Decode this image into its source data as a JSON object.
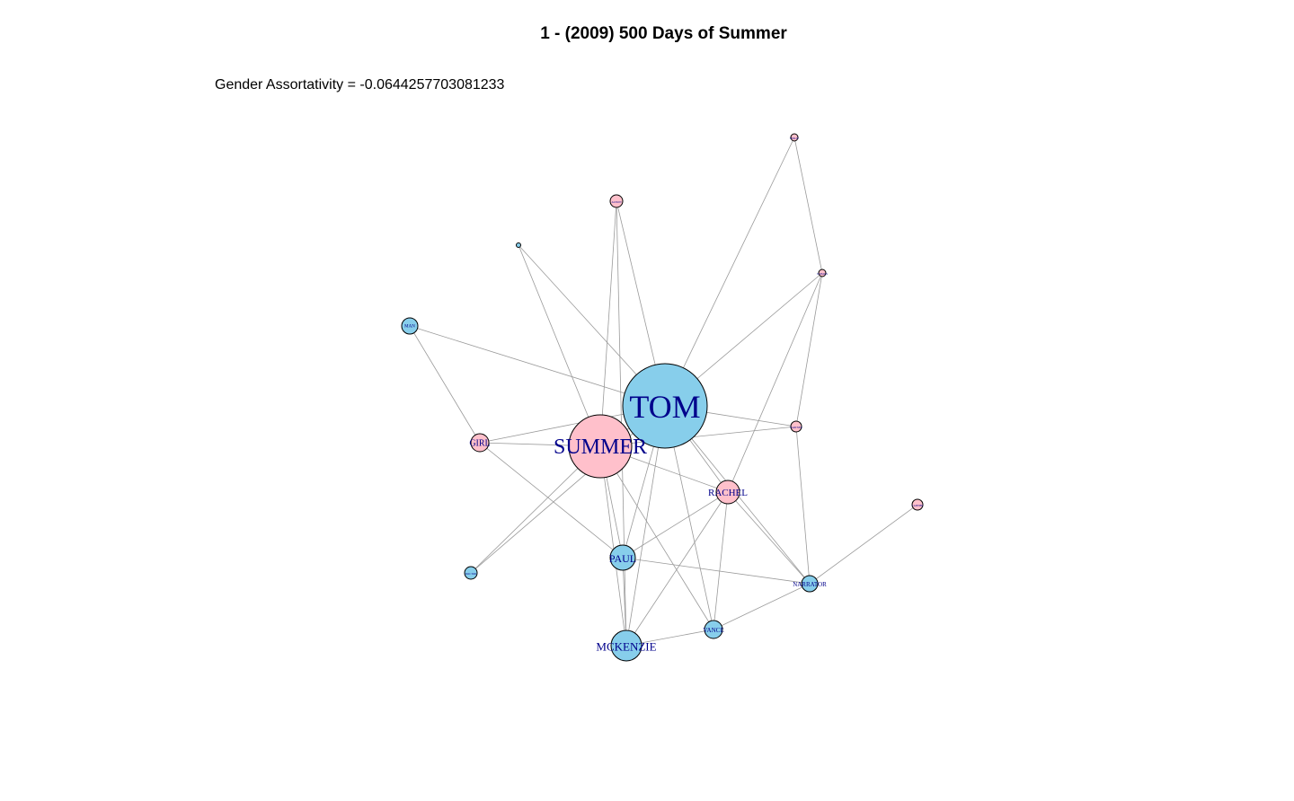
{
  "title": "1 - (2009) 500 Days of Summer",
  "subtitle": "Gender Assortativity = -0.0644257703081233",
  "colors": {
    "male": "#87ceeb",
    "female": "#ffc0cb",
    "edge": "#9a9a9a",
    "label": "#00008b"
  },
  "nodes": [
    {
      "id": "TOM",
      "label": "TOM",
      "gender": "male"
    },
    {
      "id": "SUMMER",
      "label": "SUMMER",
      "gender": "female"
    },
    {
      "id": "RACHEL",
      "label": "RACHEL",
      "gender": "female"
    },
    {
      "id": "PAUL",
      "label": "PAUL",
      "gender": "male"
    },
    {
      "id": "MCKENZIE",
      "label": "MCKENZIE",
      "gender": "male"
    },
    {
      "id": "GIRL",
      "label": "GIRL",
      "gender": "female"
    },
    {
      "id": "NARRATOR",
      "label": "NARRATOR",
      "gender": "male"
    },
    {
      "id": "VANCE",
      "label": "VANCE",
      "gender": "male"
    },
    {
      "id": "MAN",
      "label": "MAN",
      "gender": "male"
    },
    {
      "id": "F1",
      "label": "ALISON",
      "gender": "female"
    },
    {
      "id": "F2",
      "label": "MILLIE",
      "gender": "female"
    },
    {
      "id": "F3",
      "label": "WOMAN",
      "gender": "female"
    },
    {
      "id": "F4",
      "label": "CASHIER",
      "gender": "female"
    },
    {
      "id": "F5",
      "label": "PARTNER",
      "gender": "female"
    },
    {
      "id": "M1",
      "label": "DOCTOR",
      "gender": "male"
    },
    {
      "id": "M2",
      "label": "",
      "gender": "male"
    }
  ],
  "edges": [
    [
      "TOM",
      "SUMMER"
    ],
    [
      "TOM",
      "RACHEL"
    ],
    [
      "TOM",
      "PAUL"
    ],
    [
      "TOM",
      "MCKENZIE"
    ],
    [
      "TOM",
      "GIRL"
    ],
    [
      "TOM",
      "NARRATOR"
    ],
    [
      "TOM",
      "VANCE"
    ],
    [
      "TOM",
      "MAN"
    ],
    [
      "TOM",
      "F1"
    ],
    [
      "TOM",
      "F2"
    ],
    [
      "TOM",
      "F3"
    ],
    [
      "TOM",
      "F5"
    ],
    [
      "TOM",
      "M1"
    ],
    [
      "TOM",
      "M2"
    ],
    [
      "SUMMER",
      "GIRL"
    ],
    [
      "SUMMER",
      "PAUL"
    ],
    [
      "SUMMER",
      "MCKENZIE"
    ],
    [
      "SUMMER",
      "VANCE"
    ],
    [
      "SUMMER",
      "F1"
    ],
    [
      "SUMMER",
      "F5"
    ],
    [
      "SUMMER",
      "M1"
    ],
    [
      "SUMMER",
      "M2"
    ],
    [
      "SUMMER",
      "RACHEL"
    ],
    [
      "RACHEL",
      "PAUL"
    ],
    [
      "RACHEL",
      "MCKENZIE"
    ],
    [
      "RACHEL",
      "NARRATOR"
    ],
    [
      "RACHEL",
      "VANCE"
    ],
    [
      "RACHEL",
      "F3"
    ],
    [
      "PAUL",
      "MCKENZIE"
    ],
    [
      "PAUL",
      "NARRATOR"
    ],
    [
      "GIRL",
      "PAUL"
    ],
    [
      "GIRL",
      "MAN"
    ],
    [
      "NARRATOR",
      "VANCE"
    ],
    [
      "NARRATOR",
      "F5"
    ],
    [
      "NARRATOR",
      "F4"
    ],
    [
      "VANCE",
      "MCKENZIE"
    ],
    [
      "F2",
      "F3"
    ],
    [
      "F3",
      "F5"
    ],
    [
      "F1",
      "MCKENZIE"
    ]
  ]
}
